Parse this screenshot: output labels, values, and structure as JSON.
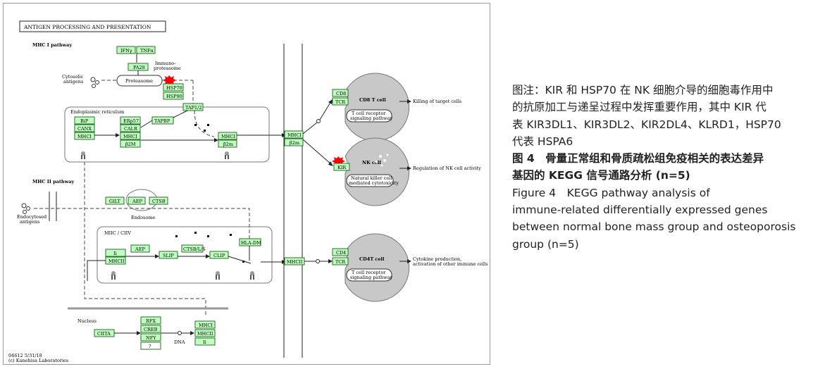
{
  "figure": {
    "title": "ANTIGEN PROCESSING AND PRESENTATION",
    "section_mhc1": "MHC I pathway",
    "section_mhc2": "MHC II pathway",
    "labels": {
      "cytosolic": [
        "Cytosolic",
        "antigens"
      ],
      "immunoproteasome": [
        "Immuno-",
        "proteasome"
      ],
      "proteasome": "Proteasome",
      "er": "Endoplasmic reticulum",
      "cd8_cell": "CD8 T cell",
      "tcr_pathway1": [
        "T cell receptor",
        "signaling pathway"
      ],
      "killing": "Killing of target cells",
      "nk_cell": "NK cell",
      "nk_pathway": [
        "Natural killer cell",
        "mediated cytotoxicity"
      ],
      "regulation_nk": "Regulation of NK cell activity",
      "endocytosed": [
        "Endocytosed",
        "antigens"
      ],
      "endosome": "Endosome",
      "miic": "MIIC / CIIV",
      "cd4_cell": "CD4T cell",
      "tcr_pathway2": [
        "T cell receptor",
        "signaling pathway"
      ],
      "cytokine": [
        "Cytokine production,",
        "activation of other immune cells"
      ],
      "nucleus": "Nucleus",
      "dna": "DNA",
      "footer": [
        "04612 5/31/18",
        "(c) Kanehisa Laboratories"
      ]
    },
    "genes": {
      "ifng": "IFNγ",
      "tnfa": "TNFα",
      "pa28": "PA28",
      "hsp70": "HSP70",
      "hsp90": "HSP90",
      "tap12": "TAP1/2",
      "bip": "BiP",
      "canx": "CANX",
      "mhci_er": "MHCI",
      "erp57": "ERp57",
      "calr": "CALR",
      "mhci_er2": "MHCI",
      "b2m_er": "β2M",
      "tapbp": "TAPBP",
      "mhci_load": "MHCI",
      "b2m_load": "β2m",
      "mhci_surf": "MHCI",
      "b2m_surf": "β2m",
      "cd8": "CD8",
      "tcr1": "TCR",
      "kir": "KIR",
      "gilt": "GILT",
      "aep1": "AEP",
      "ctsb": "CTSB",
      "ii": "Ii",
      "mhcii1": "MHCII",
      "aep2": "AEP",
      "slip": "SLIP",
      "ctsbls": "CTSB/L/S",
      "clip": "CLIP",
      "hladm": "HLA-DM",
      "mhcii_surf": "MHCII",
      "cd4": "CD4",
      "tcr2": "TCR",
      "ciita": "CIITA",
      "rfx": "RFX",
      "creb": "CREB",
      "nfy": "NFY",
      "unk": "?",
      "mhci_nuc": "MHCI",
      "mhcii_nuc": "MHCII",
      "ii_nuc": "Ii"
    },
    "colors": {
      "gene_fill": "#bfffbf",
      "gene_border": "#2d6e2d",
      "highlight": "#ff0000"
    }
  },
  "caption": {
    "line1": "图注：KIR 和 HSP70 在 NK 细胞介导的细胞毒作用中",
    "line2": "的抗原加工与递呈过程中发挥重要作用，其中 KIR 代",
    "line3": "表 KIR3DL1、KIR3DL2、KIR2DL4、KLRD1，HSP70",
    "line4": "代表 HSPA6",
    "line5": "图 4　骨量正常组和骨质疏松组免疫相关的表达差异",
    "line6": "基因的 KEGG 信号通路分析 (n=5)",
    "line7": "Figure 4　KEGG pathway analysis of",
    "line8": "immune-related differentially expressed genes",
    "line9": "between normal bone mass group and osteoporosis",
    "line10": "group (n=5)"
  }
}
